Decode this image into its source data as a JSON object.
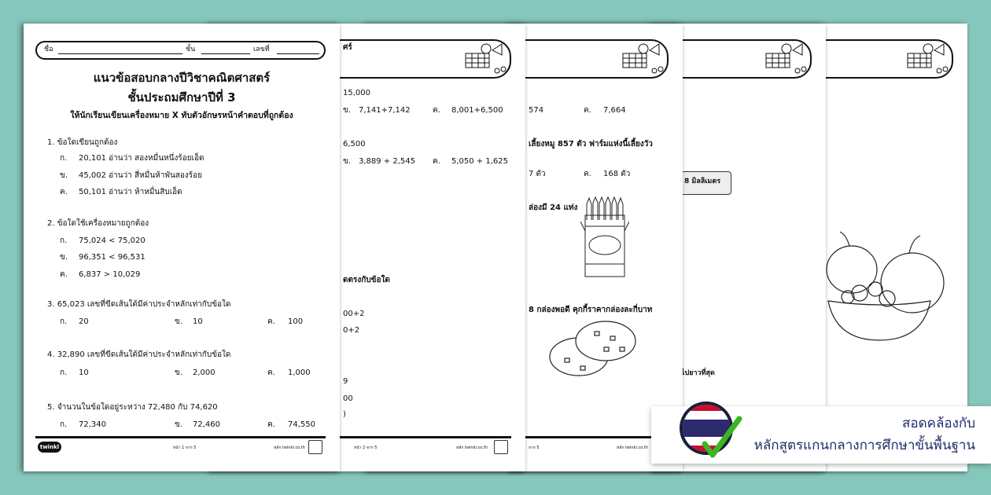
{
  "page1": {
    "name_label": "ชื่อ",
    "class_label": "ชั้น",
    "number_label": "เลขที่",
    "title": "แนวข้อสอบกลางปีวิชาคณิตศาสตร์",
    "subtitle": "ชั้นประถมศึกษาปีที่ 3",
    "instruction": "ให้นักเรียนเขียนเครื่องหมาย X ทับตัวอักษรหน้าคำตอบที่ถูกต้อง",
    "questions": [
      {
        "q": "1.  ข้อใดเขียนถูกต้อง",
        "options": [
          {
            "l": "ก.",
            "v": "20,101 อ่านว่า สองหมื่นหนึ่งร้อยเอ็ด"
          },
          {
            "l": "ข.",
            "v": "45,002 อ่านว่า สี่หมื่นห้าพันสองร้อย"
          },
          {
            "l": "ค.",
            "v": "50,101 อ่านว่า ห้าหมื่นสิบเอ็ด"
          }
        ]
      },
      {
        "q": "2.  ข้อใดใช้เครื่องหมายถูกต้อง",
        "options": [
          {
            "l": "ก.",
            "v": "75,024 < 75,020"
          },
          {
            "l": "ข.",
            "v": "96,351 < 96,531"
          },
          {
            "l": "ค.",
            "v": "6,837 > 10,029"
          }
        ]
      },
      {
        "q": "3.  65,023 เลขที่ขีดเส้นใต้มีค่าประจำหลักเท่ากับข้อใด",
        "options": [
          {
            "l": "ก.",
            "v": "20"
          },
          {
            "l": "ข.",
            "v": "10"
          },
          {
            "l": "ค.",
            "v": "100"
          }
        ]
      },
      {
        "q": "4.   32,890 เลขที่ขีดเส้นใต้มีค่าประจำหลักเท่ากับข้อใด",
        "options": [
          {
            "l": "ก.",
            "v": "10"
          },
          {
            "l": "ข.",
            "v": "2,000"
          },
          {
            "l": "ค.",
            "v": "1,000"
          }
        ]
      },
      {
        "q": "5. จำนวนในข้อใดอยู่ระหว่าง 72,480 กับ 74,620",
        "options": [
          {
            "l": "ก.",
            "v": "72,340"
          },
          {
            "l": "ข.",
            "v": "72,460"
          },
          {
            "l": "ค.",
            "v": "74,550"
          }
        ]
      }
    ],
    "footer_logo": "twinkl",
    "footer_page": "หน้า 1 จาก 5",
    "footer_site": "หลัก twinkl.co.th"
  },
  "page2": {
    "header": "ศร์",
    "lines": [
      "15,000",
      "ข.",
      "7,141+7,142",
      "ค.",
      "8,001+6,500",
      "6,500",
      "ข.",
      "3,889 + 2,545",
      "ค.",
      "5,050 + 1,625",
      "ดตรงกับข้อใด",
      "00+2",
      "0+2",
      "9",
      "00",
      ")"
    ],
    "footer_page": "หน้า 2 จาก 5",
    "footer_site": "หลัก twinkl.co.th"
  },
  "page3": {
    "lines": [
      "574",
      "ค.",
      "7,664",
      "เลี้ยงหมู 857 ตัว ฟาร์มแห่งนี้เลี้ยงวัว",
      "7 ตัว",
      "ค.",
      "168 ตัว",
      "ล่องมี 24 แท่ง",
      "8 กล่องพอดี คุกกี้ราคากล่องละกี่บาท"
    ],
    "footer_page": "จาก 5",
    "footer_site": "หลัก twinkl.co.th"
  },
  "page4": {
    "box_text": "8 มิลลิเมตร",
    "line": "ไปยาวที่สุด"
  },
  "badge": {
    "line1": "สอดคล้องกับ",
    "line2": "หลักสูตรแกนกลางการศึกษาขั้นพื้นฐาน",
    "text_color": "#1f2d6b",
    "check_color": "#3cb521"
  }
}
